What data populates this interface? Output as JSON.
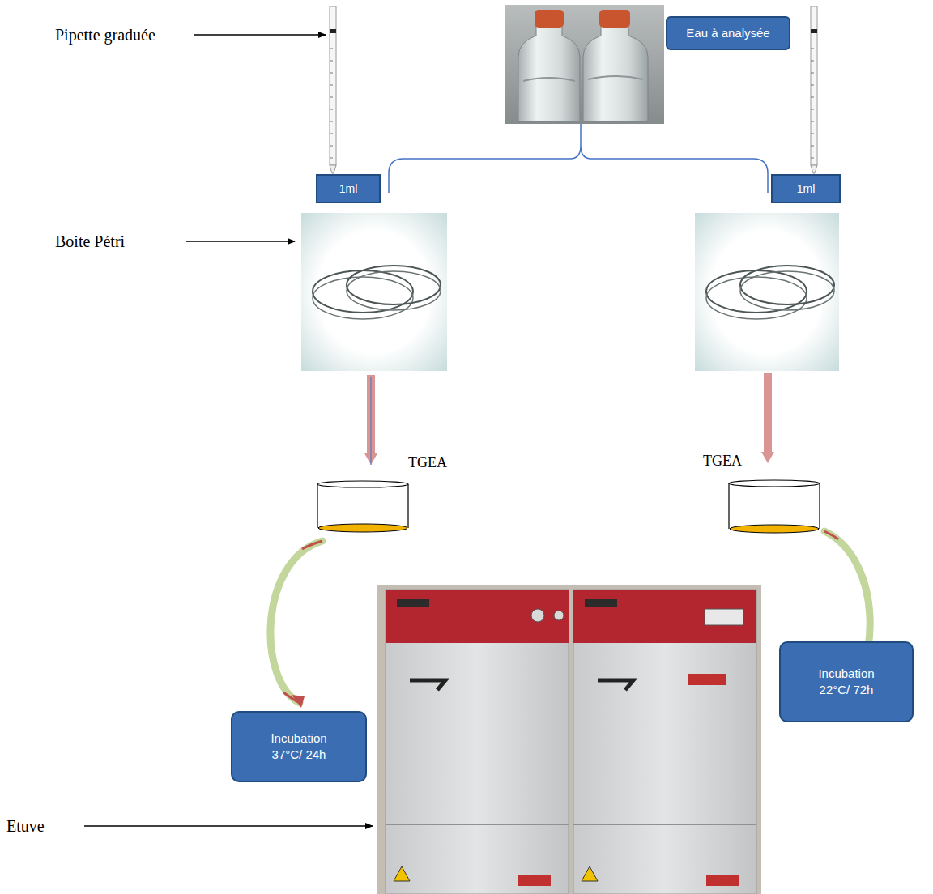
{
  "diagram": {
    "nodes": [
      {
        "text": [
          "Eau à analysée"
        ]
      },
      {
        "text": [
          "1ml"
        ]
      },
      {
        "text": [
          "1ml"
        ]
      },
      {
        "text": [
          "Incubation 37°C/ 24h"
        ]
      },
      {
        "text": [
          "Incubation 22°C/ 72h"
        ]
      }
    ],
    "labels": [
      "Pipette graduée",
      "Boite Pétri",
      "TGEA",
      "TGEA",
      "Etuve"
    ]
  }
}
